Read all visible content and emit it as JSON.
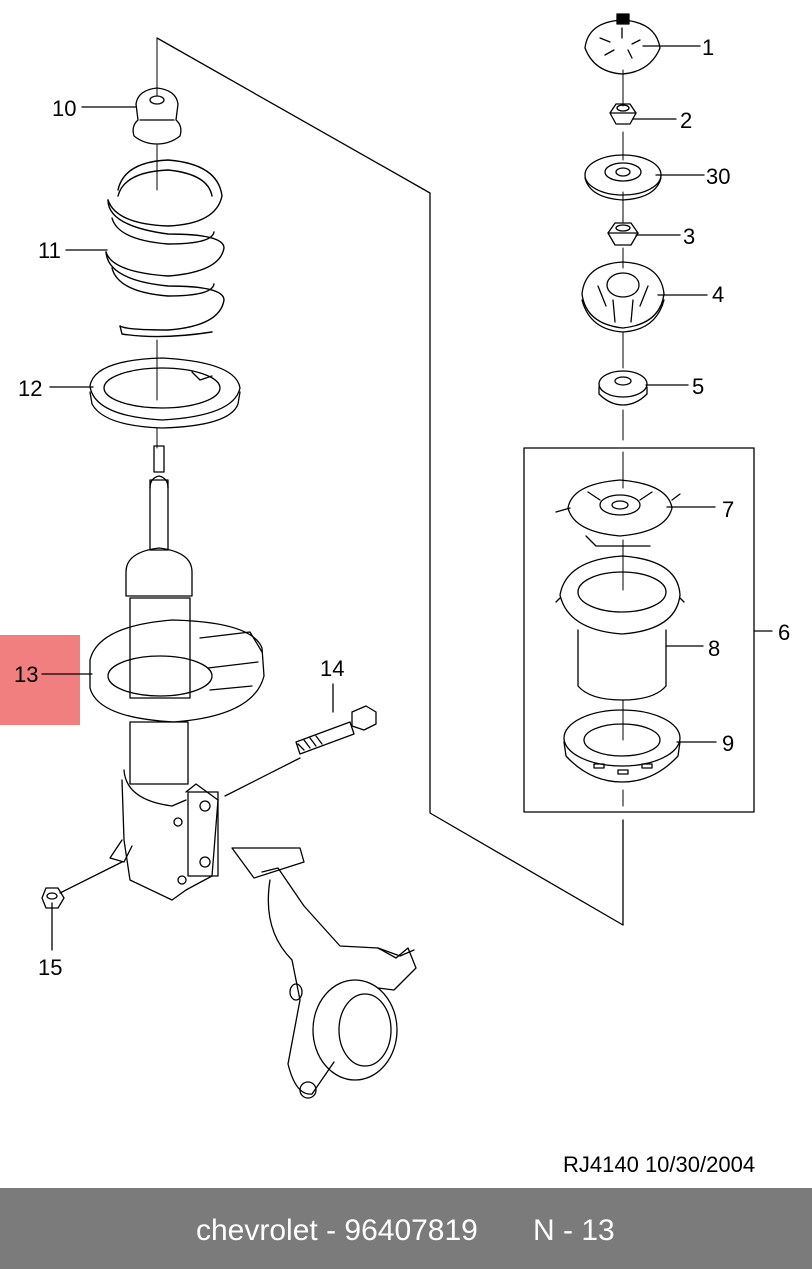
{
  "callouts": [
    {
      "id": "1",
      "label": "1"
    },
    {
      "id": "2",
      "label": "2"
    },
    {
      "id": "30",
      "label": "30"
    },
    {
      "id": "3",
      "label": "3"
    },
    {
      "id": "4",
      "label": "4"
    },
    {
      "id": "5",
      "label": "5"
    },
    {
      "id": "7",
      "label": "7"
    },
    {
      "id": "6",
      "label": "6"
    },
    {
      "id": "8",
      "label": "8"
    },
    {
      "id": "9",
      "label": "9"
    },
    {
      "id": "10",
      "label": "10"
    },
    {
      "id": "11",
      "label": "11"
    },
    {
      "id": "12",
      "label": "12"
    },
    {
      "id": "13",
      "label": "13"
    },
    {
      "id": "14",
      "label": "14"
    },
    {
      "id": "15",
      "label": "15"
    }
  ],
  "highlighted_part": "13",
  "highlight_color": "#f27f7f",
  "drawing_ref": "RJ4140  10/30/2004",
  "footer": {
    "brand_part": "chevrolet - 96407819",
    "page": "N - 13",
    "background": "#7b7b7b"
  }
}
